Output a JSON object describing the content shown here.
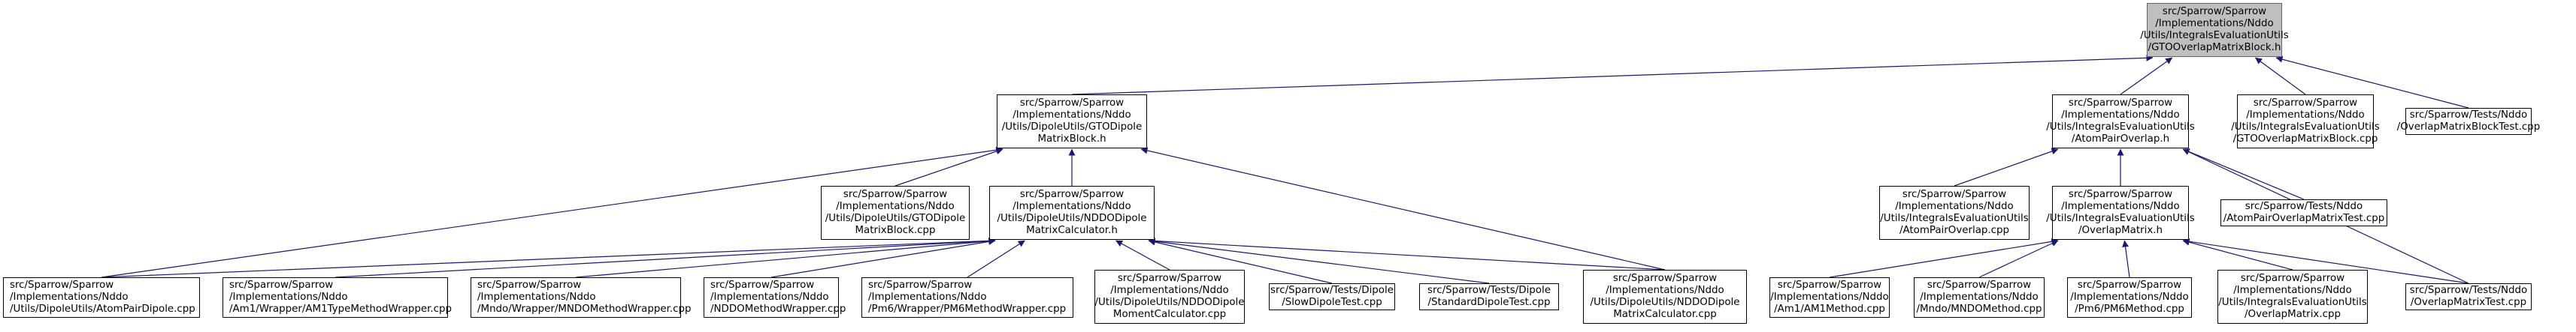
{
  "graph": {
    "colors": {
      "edge": "#191970",
      "node_border": "#000000",
      "root_fill": "#bfbfbf",
      "root_border": "#666666"
    },
    "nodes": {
      "root": [
        "src/Sparrow/Sparrow",
        "/Implementations/Nddo",
        "/Utils/IntegralsEvaluationUtils",
        "/GTOOverlapMatrixBlock.h"
      ],
      "gto_dipole_h": [
        "src/Sparrow/Sparrow",
        "/Implementations/Nddo",
        "/Utils/DipoleUtils/GTODipole",
        "MatrixBlock.h"
      ],
      "atom_pair_overlap_h": [
        "src/Sparrow/Sparrow",
        "/Implementations/Nddo",
        "/Utils/IntegralsEvaluationUtils",
        "/AtomPairOverlap.h"
      ],
      "gto_overlap_cpp": [
        "src/Sparrow/Sparrow",
        "/Implementations/Nddo",
        "/Utils/IntegralsEvaluationUtils",
        "/GTOOverlapMatrixBlock.cpp"
      ],
      "overlap_block_test": [
        "src/Sparrow/Tests/Nddo",
        "/OverlapMatrixBlockTest.cpp"
      ],
      "gto_dipole_cpp": [
        "src/Sparrow/Sparrow",
        "/Implementations/Nddo",
        "/Utils/DipoleUtils/GTODipole",
        "MatrixBlock.cpp"
      ],
      "nddo_dipole_calc_h": [
        "src/Sparrow/Sparrow",
        "/Implementations/Nddo",
        "/Utils/DipoleUtils/NDDODipole",
        "MatrixCalculator.h"
      ],
      "atom_pair_overlap_cpp": [
        "src/Sparrow/Sparrow",
        "/Implementations/Nddo",
        "/Utils/IntegralsEvaluationUtils",
        "/AtomPairOverlap.cpp"
      ],
      "overlap_matrix_h": [
        "src/Sparrow/Sparrow",
        "/Implementations/Nddo",
        "/Utils/IntegralsEvaluationUtils",
        "/OverlapMatrix.h"
      ],
      "atom_pair_overlap_test": [
        "src/Sparrow/Tests/Nddo",
        "/AtomPairOverlapMatrixTest.cpp"
      ],
      "atom_pair_dipole_cpp": [
        "src/Sparrow/Sparrow",
        "/Implementations/Nddo",
        "/Utils/DipoleUtils/AtomPairDipole.cpp"
      ],
      "am1_type_wrapper": [
        "src/Sparrow/Sparrow",
        "/Implementations/Nddo",
        "/Am1/Wrapper/AM1TypeMethodWrapper.cpp"
      ],
      "mndo_wrapper": [
        "src/Sparrow/Sparrow",
        "/Implementations/Nddo",
        "/Mndo/Wrapper/MNDOMethodWrapper.cpp"
      ],
      "nddo_wrapper": [
        "src/Sparrow/Sparrow",
        "/Implementations/Nddo",
        "/NDDOMethodWrapper.cpp"
      ],
      "pm6_wrapper": [
        "src/Sparrow/Sparrow",
        "/Implementations/Nddo",
        "/Pm6/Wrapper/PM6MethodWrapper.cpp"
      ],
      "nddo_dipole_moment_calc": [
        "src/Sparrow/Sparrow",
        "/Implementations/Nddo",
        "/Utils/DipoleUtils/NDDODipole",
        "MomentCalculator.cpp"
      ],
      "slow_dipole_test": [
        "src/Sparrow/Tests/Dipole",
        "/SlowDipoleTest.cpp"
      ],
      "standard_dipole_test": [
        "src/Sparrow/Tests/Dipole",
        "/StandardDipoleTest.cpp"
      ],
      "nddo_dipole_calc_cpp": [
        "src/Sparrow/Sparrow",
        "/Implementations/Nddo",
        "/Utils/DipoleUtils/NDDODipole",
        "MatrixCalculator.cpp"
      ],
      "am1_method": [
        "src/Sparrow/Sparrow",
        "/Implementations/Nddo",
        "/Am1/AM1Method.cpp"
      ],
      "mndo_method": [
        "src/Sparrow/Sparrow",
        "/Implementations/Nddo",
        "/Mndo/MNDOMethod.cpp"
      ],
      "pm6_method": [
        "src/Sparrow/Sparrow",
        "/Implementations/Nddo",
        "/Pm6/PM6Method.cpp"
      ],
      "overlap_matrix_cpp": [
        "src/Sparrow/Sparrow",
        "/Implementations/Nddo",
        "/Utils/IntegralsEvaluationUtils",
        "/OverlapMatrix.cpp"
      ],
      "overlap_matrix_test": [
        "src/Sparrow/Tests/Nddo",
        "/OverlapMatrixTest.cpp"
      ]
    },
    "edges": [
      [
        "gto_dipole_h",
        "root"
      ],
      [
        "atom_pair_overlap_h",
        "root"
      ],
      [
        "gto_overlap_cpp",
        "root"
      ],
      [
        "overlap_block_test",
        "root"
      ],
      [
        "gto_dipole_cpp",
        "gto_dipole_h"
      ],
      [
        "nddo_dipole_calc_h",
        "gto_dipole_h"
      ],
      [
        "atom_pair_dipole_cpp",
        "gto_dipole_h"
      ],
      [
        "nddo_dipole_calc_cpp",
        "gto_dipole_h"
      ],
      [
        "atom_pair_overlap_cpp",
        "atom_pair_overlap_h"
      ],
      [
        "overlap_matrix_h",
        "atom_pair_overlap_h"
      ],
      [
        "atom_pair_overlap_test",
        "atom_pair_overlap_h"
      ],
      [
        "overlap_matrix_test",
        "atom_pair_overlap_h"
      ],
      [
        "atom_pair_dipole_cpp",
        "nddo_dipole_calc_h"
      ],
      [
        "am1_type_wrapper",
        "nddo_dipole_calc_h"
      ],
      [
        "mndo_wrapper",
        "nddo_dipole_calc_h"
      ],
      [
        "nddo_wrapper",
        "nddo_dipole_calc_h"
      ],
      [
        "pm6_wrapper",
        "nddo_dipole_calc_h"
      ],
      [
        "nddo_dipole_moment_calc",
        "nddo_dipole_calc_h"
      ],
      [
        "slow_dipole_test",
        "nddo_dipole_calc_h"
      ],
      [
        "standard_dipole_test",
        "nddo_dipole_calc_h"
      ],
      [
        "nddo_dipole_calc_cpp",
        "nddo_dipole_calc_h"
      ],
      [
        "am1_method",
        "overlap_matrix_h"
      ],
      [
        "mndo_method",
        "overlap_matrix_h"
      ],
      [
        "pm6_method",
        "overlap_matrix_h"
      ],
      [
        "overlap_matrix_cpp",
        "overlap_matrix_h"
      ],
      [
        "overlap_matrix_test",
        "overlap_matrix_h"
      ]
    ]
  }
}
